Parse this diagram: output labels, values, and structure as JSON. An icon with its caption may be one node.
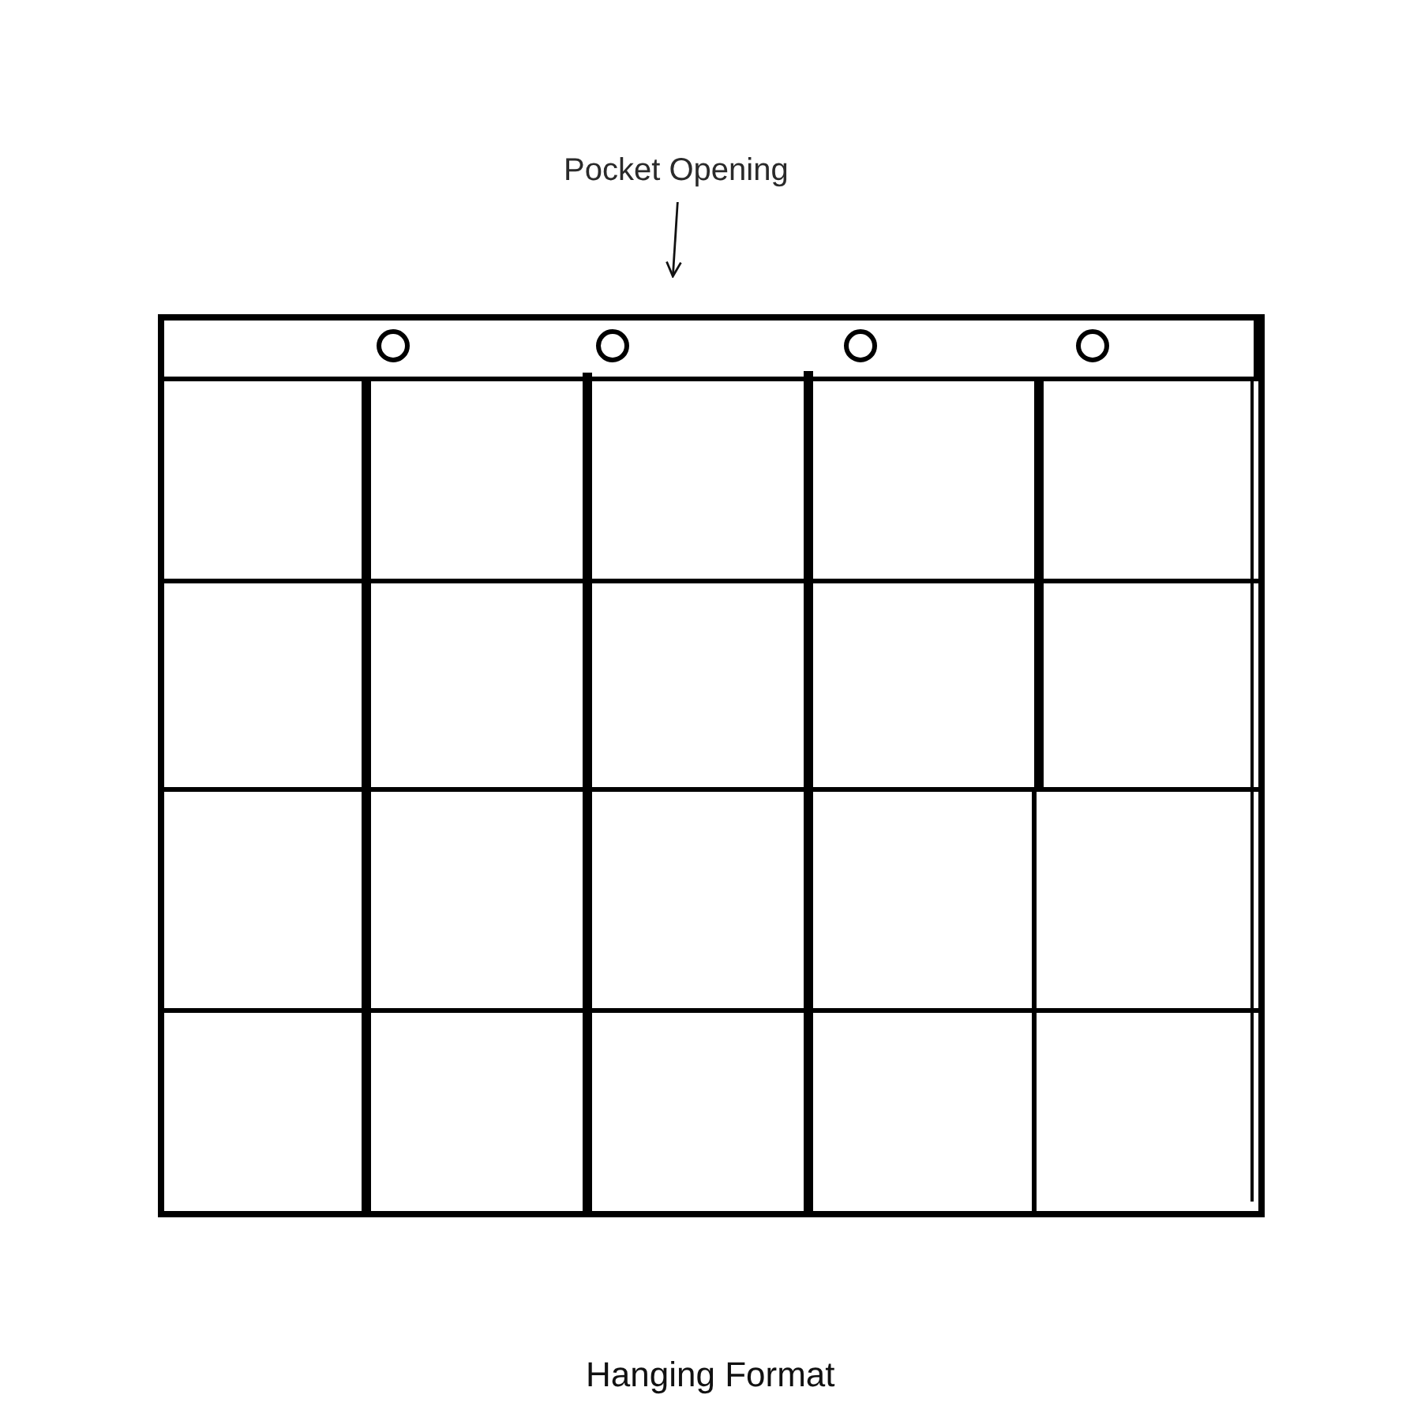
{
  "diagram": {
    "caption": "Hanging Format",
    "nodes": [
      {
        "text": [
          "Pocket Opening"
        ]
      },
      {
        "text": [],
        "shape": "box"
      }
    ],
    "edges": [
      {
        "from": 0,
        "to": 1,
        "arrow": "to"
      }
    ]
  }
}
